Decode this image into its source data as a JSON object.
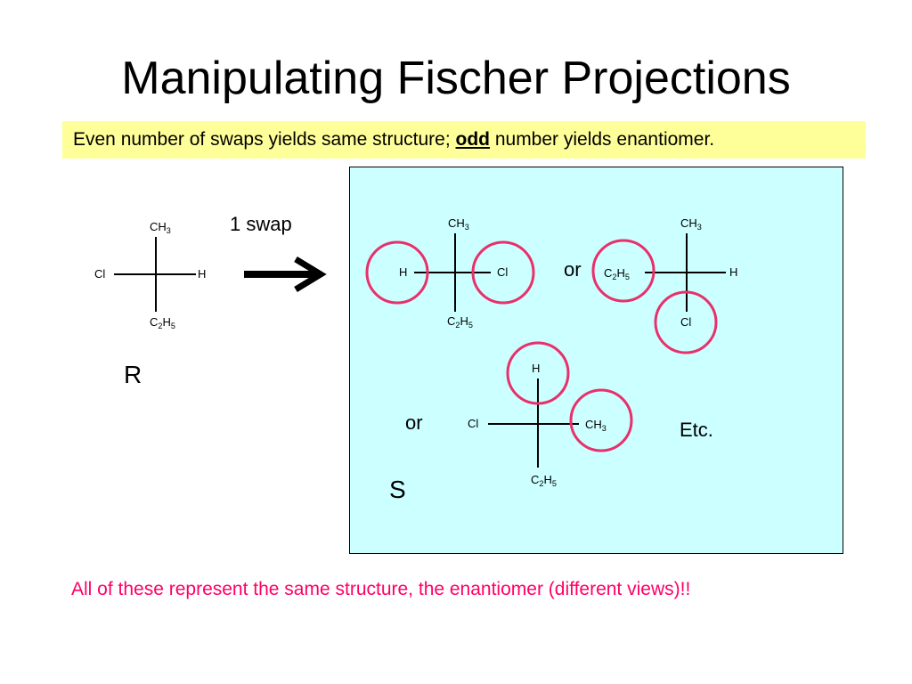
{
  "slide": {
    "title": "Manipulating Fischer Projections",
    "note": {
      "before": "Even number of swaps yields same structure; ",
      "emphasis": "odd",
      "after": " number yields enantiomer."
    },
    "footer": "All of these represent the same structure, the enantiomer (different views)!!"
  },
  "left_structure": {
    "top": "CH3",
    "left": "Cl",
    "right": "H",
    "bottom": "C2H5",
    "config_label": "R"
  },
  "arrow_label": "1 swap",
  "panel": {
    "structure_a": {
      "top": "CH3",
      "left": "H",
      "right": "Cl",
      "bottom": "C2H5"
    },
    "or_1": "or",
    "structure_b": {
      "top": "CH3",
      "left": "C2H5",
      "right": "H",
      "bottom": "Cl"
    },
    "or_2": "or",
    "structure_c": {
      "top": "H",
      "left": "Cl",
      "right": "CH3",
      "bottom": "C2H5"
    },
    "etc": "Etc.",
    "config_label": "S"
  },
  "colors": {
    "highlight_circle": "#e8306a",
    "note_background": "#ffff99",
    "panel_background": "#ccffff",
    "footer_text": "#ff0066"
  }
}
